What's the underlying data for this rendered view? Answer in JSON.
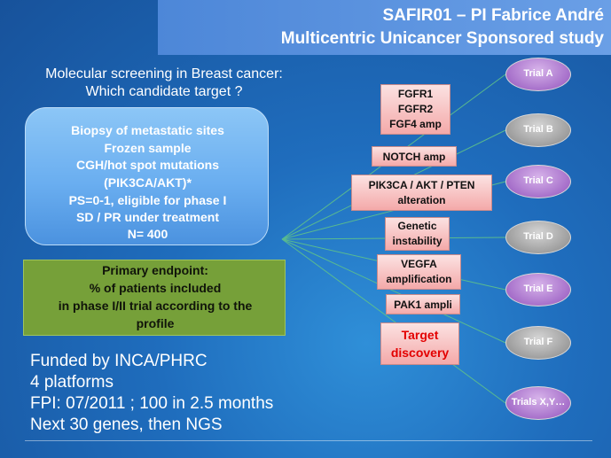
{
  "header": {
    "line1": "SAFIR01 – PI Fabrice André",
    "line2": "Multicentric Unicancer Sponsored study"
  },
  "subtitle": {
    "line1": "Molecular screening in Breast cancer:",
    "line2": "Which candidate target ?"
  },
  "biopsy_box": {
    "lines": [
      "Biopsy of metastatic sites",
      "Frozen sample",
      "CGH/hot spot mutations",
      "(PIK3CA/AKT)*",
      "PS=0-1, eligible for phase I",
      "SD / PR under treatment",
      "N= 400"
    ]
  },
  "endpoint_box": {
    "lines": [
      "Primary endpoint:",
      "% of patients included",
      "in phase I/II trial according to the",
      "profile"
    ]
  },
  "funding": {
    "lines": [
      "Funded by INCA/PHRC",
      "4 platforms",
      "FPI: 07/2011 ; 100 in 2.5 months",
      "Next 30 genes, then NGS"
    ]
  },
  "targets": [
    {
      "lines": [
        "FGFR1",
        "FGFR2",
        "FGF4 amp"
      ]
    },
    {
      "lines": [
        "NOTCH amp"
      ]
    },
    {
      "lines": [
        "PIK3CA / AKT / PTEN",
        "alteration"
      ]
    },
    {
      "lines": [
        "Genetic",
        "instability"
      ]
    },
    {
      "lines": [
        "VEGFA",
        "amplification"
      ]
    },
    {
      "lines": [
        "PAK1 ampli"
      ]
    },
    {
      "lines": [
        "Target",
        "discovery"
      ]
    }
  ],
  "trials": [
    {
      "label": "Trial A",
      "color": "purple"
    },
    {
      "label": "Trial B",
      "color": "grey"
    },
    {
      "label": "Trial C",
      "color": "purple"
    },
    {
      "label": "Trial D",
      "color": "grey"
    },
    {
      "label": "Trial E",
      "color": "purple"
    },
    {
      "label": "Trial F",
      "color": "grey"
    },
    {
      "label": "Trials X,Y…",
      "color": "purple"
    }
  ],
  "colors": {
    "background": "#1f6dbd",
    "header": "#5a93df",
    "biopsy_box": "#6aaef0",
    "endpoint_box": "#76a039",
    "target_box": "#f4a9a9",
    "target_discovery_text": "#e30000",
    "connector": "#5fc28a"
  }
}
